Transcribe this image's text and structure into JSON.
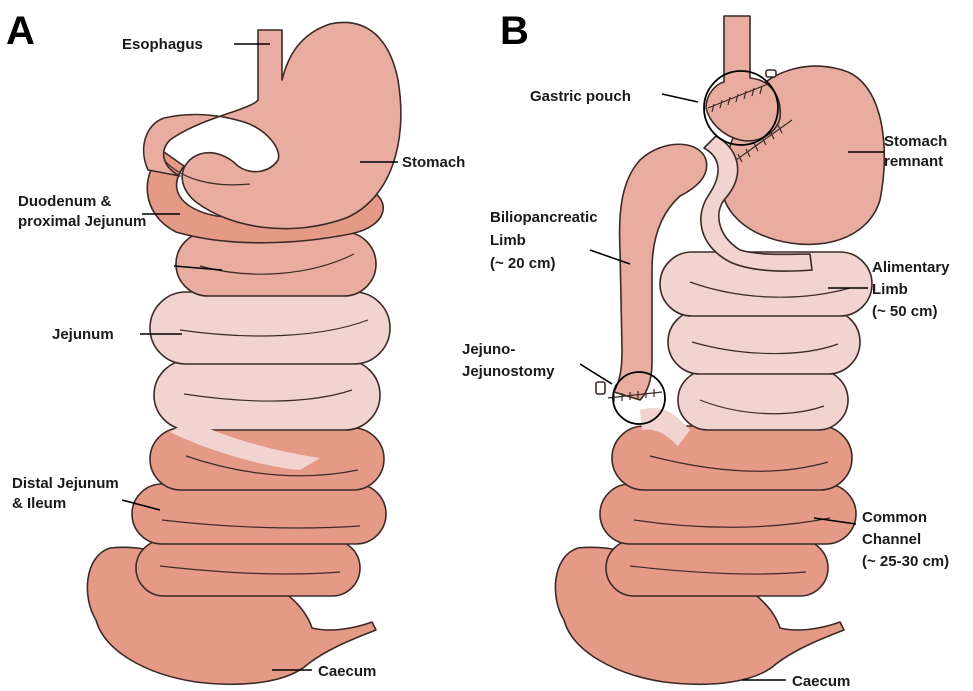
{
  "colors": {
    "dark_tissue": "#e59a88",
    "mid_tissue": "#e8ada0",
    "light_tissue": "#f1d4cf",
    "outline": "#3b2a26",
    "background": "#ffffff"
  },
  "panel_a": {
    "letter": "A",
    "labels": {
      "esophagus": "Esophagus",
      "stomach": "Stomach",
      "duodenum_line1": "Duodenum &",
      "duodenum_line2": "proximal Jejunum",
      "jejunum": "Jejunum",
      "distal_line1": "Distal Jejunum",
      "distal_line2": "& Ileum",
      "caecum": "Caecum"
    }
  },
  "panel_b": {
    "letter": "B",
    "labels": {
      "gastric_pouch": "Gastric pouch",
      "stomach_remnant_line1": "Stomach",
      "stomach_remnant_line2": "remnant",
      "bp_limb_line1": "Biliopancreatic",
      "bp_limb_line2": "Limb",
      "bp_limb_line3": "(~ 20 cm)",
      "alimentary_line1": "Alimentary",
      "alimentary_line2": "Limb",
      "alimentary_line3": "(~ 50 cm)",
      "jj_line1": "Jejuno-",
      "jj_line2": "Jejunostomy",
      "common_line1": "Common",
      "common_line2": "Channel",
      "common_line3": "(~ 25-30 cm)",
      "caecum": "Caecum"
    }
  }
}
